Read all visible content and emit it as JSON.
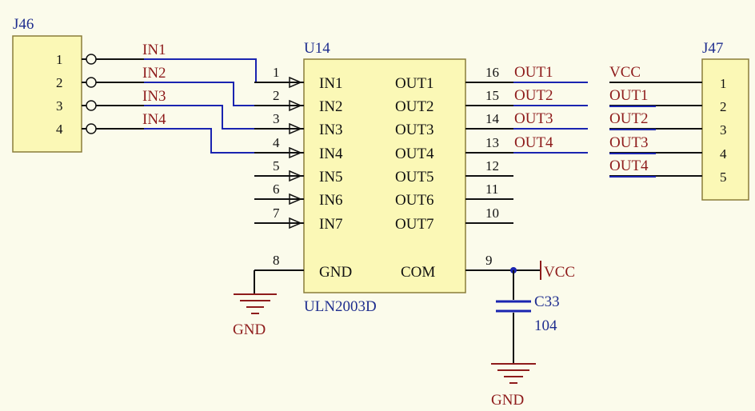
{
  "colors": {
    "background": "#fbfbeb",
    "component_fill": "#fbf8b6",
    "component_outline": "#8a7d3a",
    "wire": "#111111",
    "net_wire": "#1a24b0",
    "net_label": "#8e1b1b",
    "designator": "#1f2e8f"
  },
  "j46": {
    "designator": "J46",
    "pins": [
      "1",
      "2",
      "3",
      "4"
    ]
  },
  "u14": {
    "designator": "U14",
    "part": "ULN2003D",
    "left_pins": [
      {
        "num": "1",
        "name": "IN1"
      },
      {
        "num": "2",
        "name": "IN2"
      },
      {
        "num": "3",
        "name": "IN3"
      },
      {
        "num": "4",
        "name": "IN4"
      },
      {
        "num": "5",
        "name": "IN5"
      },
      {
        "num": "6",
        "name": "IN6"
      },
      {
        "num": "7",
        "name": "IN7"
      }
    ],
    "right_pins": [
      {
        "num": "16",
        "name": "OUT1"
      },
      {
        "num": "15",
        "name": "OUT2"
      },
      {
        "num": "14",
        "name": "OUT3"
      },
      {
        "num": "13",
        "name": "OUT4"
      },
      {
        "num": "12",
        "name": "OUT5"
      },
      {
        "num": "11",
        "name": "OUT6"
      },
      {
        "num": "10",
        "name": "OUT7"
      }
    ],
    "gnd_pin": {
      "num": "8",
      "name": "GND"
    },
    "com_pin": {
      "num": "9",
      "name": "COM"
    }
  },
  "input_nets": [
    "IN1",
    "IN2",
    "IN3",
    "IN4"
  ],
  "output_nets": [
    "OUT1",
    "OUT2",
    "OUT3",
    "OUT4"
  ],
  "j47": {
    "designator": "J47",
    "pins": [
      "1",
      "2",
      "3",
      "4",
      "5"
    ],
    "nets": [
      "VCC",
      "OUT1",
      "OUT2",
      "OUT3",
      "OUT4"
    ]
  },
  "power": {
    "vcc": "VCC",
    "gnd_u14": "GND",
    "gnd_c33": "GND"
  },
  "c33": {
    "designator": "C33",
    "value": "104"
  }
}
